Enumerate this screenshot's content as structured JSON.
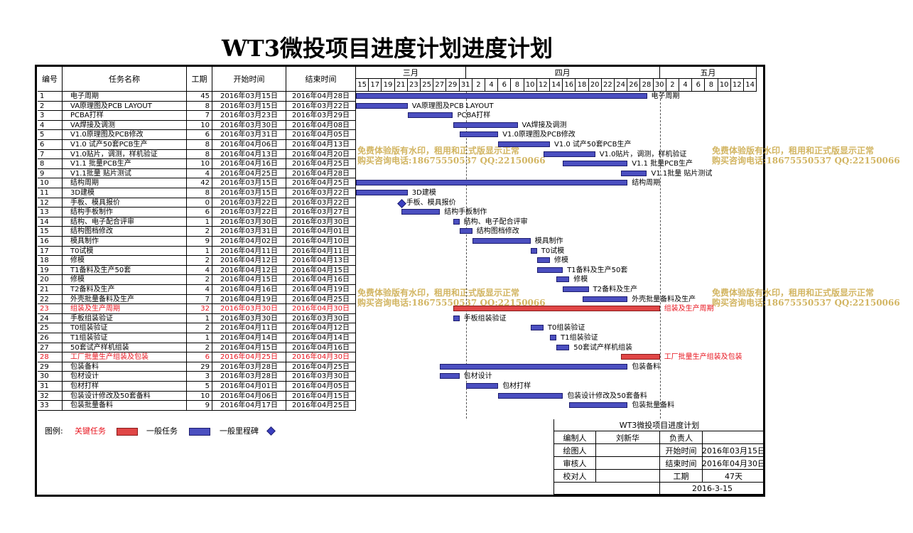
{
  "title": "WT3微投项目进度计划进度计划",
  "headers": {
    "num": "编号",
    "name": "任务名称",
    "dur": "工期",
    "start": "开始时间",
    "end": "结束时间"
  },
  "months": [
    {
      "label": "三月",
      "from": 0,
      "to": 17
    },
    {
      "label": "四月",
      "from": 17,
      "to": 47
    },
    {
      "label": "五月",
      "from": 47,
      "to": 62
    }
  ],
  "day_ticks": [
    "15",
    "17",
    "19",
    "21",
    "23",
    "25",
    "27",
    "29",
    "31",
    "2",
    "4",
    "6",
    "8",
    "10",
    "12",
    "14",
    "16",
    "18",
    "20",
    "22",
    "24",
    "26",
    "28",
    "30",
    "2",
    "4",
    "6",
    "8",
    "10",
    "12",
    "14"
  ],
  "tasks": [
    {
      "num": "1",
      "name": "电子周期",
      "dur": "45",
      "start": "2016年03月15日",
      "end": "2016年04月28日",
      "s": 0,
      "e": 45,
      "label": "电子周期",
      "type": "bar",
      "crit": false
    },
    {
      "num": "2",
      "name": "VA原理图及PCB LAYOUT",
      "dur": "8",
      "start": "2016年03月15日",
      "end": "2016年03月22日",
      "s": 0,
      "e": 8,
      "label": "VA原理图及PCB LAYOUT",
      "type": "bar",
      "crit": false
    },
    {
      "num": "3",
      "name": "PCBA打样",
      "dur": "7",
      "start": "2016年03月23日",
      "end": "2016年03月29日",
      "s": 8,
      "e": 15,
      "label": "PCBA打样",
      "type": "bar",
      "crit": false
    },
    {
      "num": "4",
      "name": "VA焊接及调测",
      "dur": "10",
      "start": "2016年03月30日",
      "end": "2016年04月08日",
      "s": 15,
      "e": 25,
      "label": "VA焊接及调测",
      "type": "bar",
      "crit": false
    },
    {
      "num": "5",
      "name": "V1.0原理图及PCB修改",
      "dur": "6",
      "start": "2016年03月31日",
      "end": "2016年04月05日",
      "s": 16,
      "e": 22,
      "label": "V1.0原理图及PCB修改",
      "type": "bar",
      "crit": false
    },
    {
      "num": "6",
      "name": "V1.0 试产50套PCB生产",
      "dur": "8",
      "start": "2016年04月06日",
      "end": "2016年04月13日",
      "s": 22,
      "e": 30,
      "label": "V1.0 试产50套PCB生产",
      "type": "bar",
      "crit": false
    },
    {
      "num": "7",
      "name": "V1.0贴片，调测，样机验证",
      "dur": "8",
      "start": "2016年04月13日",
      "end": "2016年04月20日",
      "s": 29,
      "e": 37,
      "label": "V1.0贴片，调测，样机验证",
      "type": "bar",
      "crit": false
    },
    {
      "num": "8",
      "name": "V1.1 批量PCB生产",
      "dur": "10",
      "start": "2016年04月16日",
      "end": "2016年04月25日",
      "s": 32,
      "e": 42,
      "label": "V1.1 批量PCB生产",
      "type": "bar",
      "crit": false
    },
    {
      "num": "9",
      "name": "V1.1批量 贴片测试",
      "dur": "4",
      "start": "2016年04月25日",
      "end": "2016年04月28日",
      "s": 41,
      "e": 45,
      "label": "V1.1批量 贴片测试",
      "type": "bar",
      "crit": false
    },
    {
      "num": "10",
      "name": "结构周期",
      "dur": "42",
      "start": "2016年03月15日",
      "end": "2016年04月25日",
      "s": 0,
      "e": 42,
      "label": "结构周期",
      "type": "bar",
      "crit": false
    },
    {
      "num": "11",
      "name": "3D建模",
      "dur": "8",
      "start": "2016年03月15日",
      "end": "2016年03月22日",
      "s": 0,
      "e": 8,
      "label": "3D建模",
      "type": "bar",
      "crit": false
    },
    {
      "num": "12",
      "name": "手板、模具报价",
      "dur": "0",
      "start": "2016年03月22日",
      "end": "2016年03月22日",
      "s": 7,
      "e": 7,
      "label": "手板、模具报价",
      "type": "milestone",
      "crit": false
    },
    {
      "num": "13",
      "name": "结构手板制作",
      "dur": "6",
      "start": "2016年03月22日",
      "end": "2016年03月27日",
      "s": 7,
      "e": 13,
      "label": "结构手板制作",
      "type": "bar",
      "crit": false
    },
    {
      "num": "14",
      "name": "结构、电子配合评审",
      "dur": "1",
      "start": "2016年03月30日",
      "end": "2016年03月30日",
      "s": 15,
      "e": 16,
      "label": "结构、电子配合评审",
      "type": "bar",
      "crit": false
    },
    {
      "num": "15",
      "name": "结构图档修改",
      "dur": "2",
      "start": "2016年03月31日",
      "end": "2016年04月01日",
      "s": 16,
      "e": 18,
      "label": "结构图档修改",
      "type": "bar",
      "crit": false
    },
    {
      "num": "16",
      "name": "模具制作",
      "dur": "9",
      "start": "2016年04月02日",
      "end": "2016年04月10日",
      "s": 18,
      "e": 27,
      "label": "模具制作",
      "type": "bar",
      "crit": false
    },
    {
      "num": "17",
      "name": "T0试模",
      "dur": "1",
      "start": "2016年04月11日",
      "end": "2016年04月11日",
      "s": 27,
      "e": 28,
      "label": "T0试模",
      "type": "bar",
      "crit": false
    },
    {
      "num": "18",
      "name": "修模",
      "dur": "2",
      "start": "2016年04月12日",
      "end": "2016年04月13日",
      "s": 28,
      "e": 30,
      "label": "修模",
      "type": "bar",
      "crit": false
    },
    {
      "num": "19",
      "name": "T1备料及生产50套",
      "dur": "4",
      "start": "2016年04月12日",
      "end": "2016年04月15日",
      "s": 28,
      "e": 32,
      "label": "T1备料及生产50套",
      "type": "bar",
      "crit": false
    },
    {
      "num": "20",
      "name": "修模",
      "dur": "2",
      "start": "2016年04月15日",
      "end": "2016年04月16日",
      "s": 31,
      "e": 33,
      "label": "修模",
      "type": "bar",
      "crit": false
    },
    {
      "num": "21",
      "name": "T2备料及生产",
      "dur": "4",
      "start": "2016年04月16日",
      "end": "2016年04月19日",
      "s": 32,
      "e": 36,
      "label": "T2备料及生产",
      "type": "bar",
      "crit": false
    },
    {
      "num": "22",
      "name": "外壳批量备料及生产",
      "dur": "7",
      "start": "2016年04月19日",
      "end": "2016年04月25日",
      "s": 35,
      "e": 42,
      "label": "外壳批量备料及生产",
      "type": "bar",
      "crit": false
    },
    {
      "num": "23",
      "name": "组装及生产周期",
      "dur": "32",
      "start": "2016年03月30日",
      "end": "2016年04月30日",
      "s": 15,
      "e": 47,
      "label": "组装及生产周期",
      "type": "bar",
      "crit": true
    },
    {
      "num": "24",
      "name": "手板组装验证",
      "dur": "1",
      "start": "2016年03月30日",
      "end": "2016年03月30日",
      "s": 15,
      "e": 16,
      "label": "手板组装验证",
      "type": "bar",
      "crit": false
    },
    {
      "num": "25",
      "name": "T0组装验证",
      "dur": "2",
      "start": "2016年04月11日",
      "end": "2016年04月12日",
      "s": 27,
      "e": 29,
      "label": "T0组装验证",
      "type": "bar",
      "crit": false
    },
    {
      "num": "26",
      "name": "T1组装验证",
      "dur": "1",
      "start": "2016年04月14日",
      "end": "2016年04月14日",
      "s": 30,
      "e": 31,
      "label": "T1组装验证",
      "type": "bar",
      "crit": false
    },
    {
      "num": "27",
      "name": "50套试产样机组装",
      "dur": "2",
      "start": "2016年04月15日",
      "end": "2016年04月16日",
      "s": 31,
      "e": 33,
      "label": "50套试产样机组装",
      "type": "bar",
      "crit": false
    },
    {
      "num": "28",
      "name": "工厂批量生产组装及包装",
      "dur": "6",
      "start": "2016年04月25日",
      "end": "2016年04月30日",
      "s": 41,
      "e": 47,
      "label": "工厂批量生产组装及包装",
      "type": "bar",
      "crit": true
    },
    {
      "num": "29",
      "name": "包装备料",
      "dur": "29",
      "start": "2016年03月28日",
      "end": "2016年04月25日",
      "s": 13,
      "e": 42,
      "label": "包装备料",
      "type": "bar",
      "crit": false
    },
    {
      "num": "30",
      "name": "包材设计",
      "dur": "3",
      "start": "2016年03月28日",
      "end": "2016年03月30日",
      "s": 13,
      "e": 16,
      "label": "包材设计",
      "type": "bar",
      "crit": false
    },
    {
      "num": "31",
      "name": "包材打样",
      "dur": "5",
      "start": "2016年04月01日",
      "end": "2016年04月05日",
      "s": 17,
      "e": 22,
      "label": "包材打样",
      "type": "bar",
      "crit": false
    },
    {
      "num": "32",
      "name": "包装设计修改及50套备料",
      "dur": "10",
      "start": "2016年04月06日",
      "end": "2016年04月15日",
      "s": 22,
      "e": 32,
      "label": "包装设计修改及50套备料",
      "type": "bar",
      "crit": false
    },
    {
      "num": "33",
      "name": "包装批量备料",
      "dur": "9",
      "start": "2016年04月17日",
      "end": "2016年04月25日",
      "s": 33,
      "e": 42,
      "label": "包装批量备料",
      "type": "bar",
      "crit": false
    }
  ],
  "legend": {
    "prefix": "图例:",
    "critical": "关键任务",
    "normal": "一般任务",
    "milestone": "一般里程碑"
  },
  "info": {
    "title": "WT3微投项目进度计划",
    "compiler_label": "编制人",
    "compiler": "刘新华",
    "owner_label": "负责人",
    "owner": "",
    "drawer_label": "绘图人",
    "drawer": "",
    "start_label": "开始时间",
    "start": "2016年03月15日",
    "reviewer_label": "审核人",
    "reviewer": "",
    "end_label": "结束时间",
    "end": "2016年04月30日",
    "checker_label": "校对人",
    "checker": "",
    "dur_label": "工期",
    "dur": "47天",
    "date": "2016-3-15"
  },
  "watermark": {
    "line1": "免费体验版有水印，租用和正式版显示正常",
    "line2": "购买咨询电话:18675550537 QQ:22150066"
  },
  "colors": {
    "bar": "#4b4fc0",
    "critical": "#e04646",
    "critical_text": "#e8141e",
    "watermark": "#c8a33c"
  }
}
